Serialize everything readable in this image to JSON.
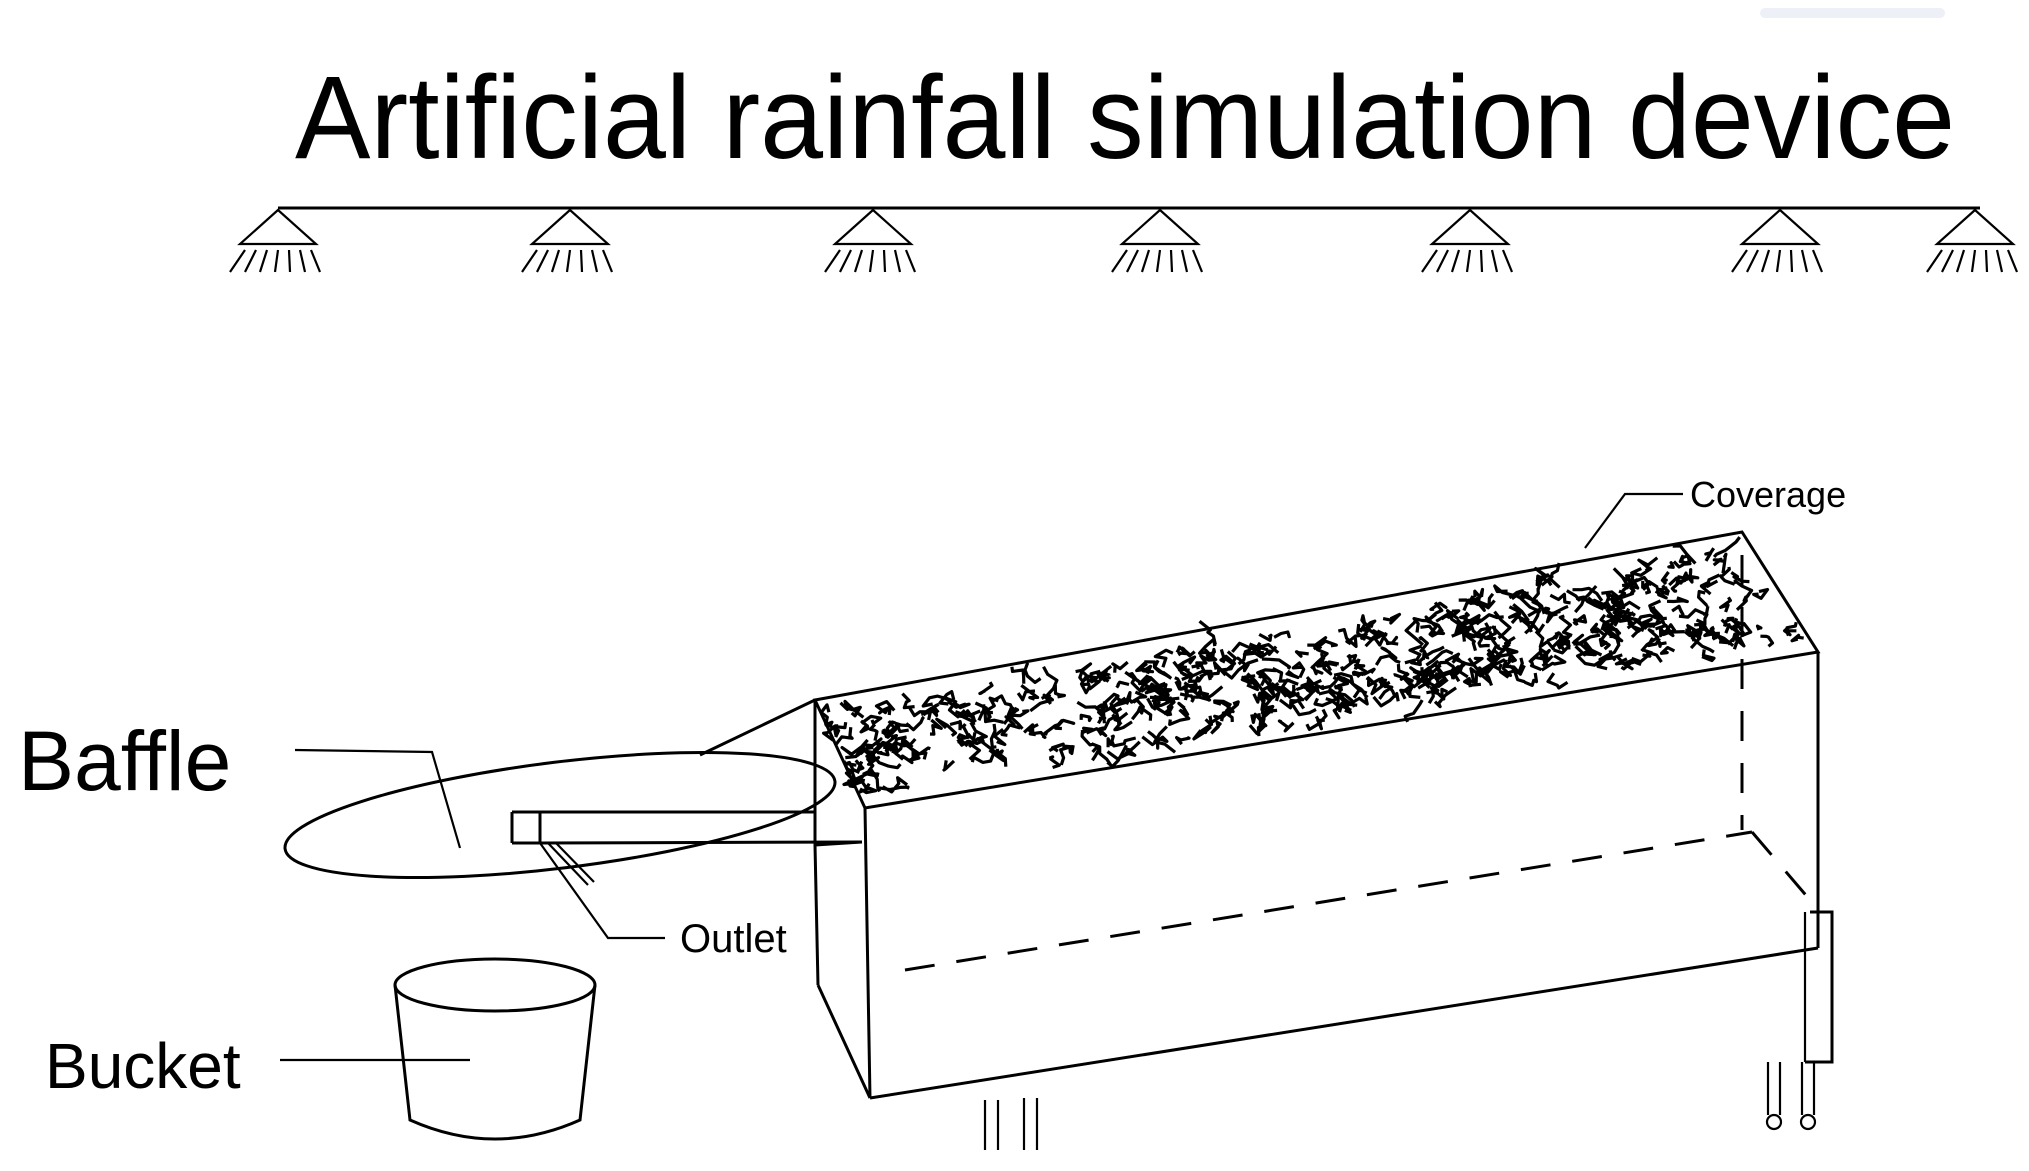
{
  "title": "Artificial rainfall simulation device",
  "labels": {
    "baffle": "Baffle",
    "bucket": "Bucket",
    "outlet": "Outlet",
    "coverage": "Coverage"
  },
  "sprinkler_count": 7,
  "colors": {
    "line": "#000000",
    "background": "#ffffff"
  }
}
